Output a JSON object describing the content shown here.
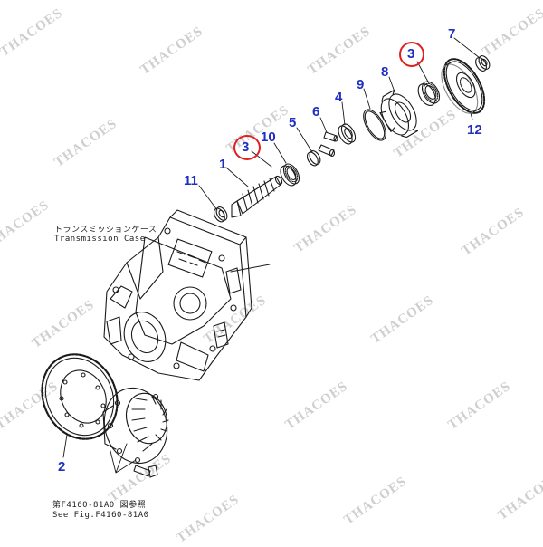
{
  "watermark": {
    "text": "THACOES",
    "color": "#cfcfcf"
  },
  "captions": {
    "case_jp": "トランスミッションケース",
    "case_en": "Transmission Case",
    "ref_jp": "第F4160-81A0 図参照",
    "ref_en": "See Fig.F4160-81A0"
  },
  "callouts": {
    "p1": "1",
    "p2": "2",
    "p3a": "3",
    "p3b": "3",
    "p4": "4",
    "p5": "5",
    "p6": "6",
    "p7": "7",
    "p8": "8",
    "p9": "9",
    "p10": "10",
    "p11": "11",
    "p12": "12"
  },
  "colors": {
    "callout": "#1f2fbf",
    "highlight": "#e02020",
    "line_art": "#1a1a1a"
  }
}
